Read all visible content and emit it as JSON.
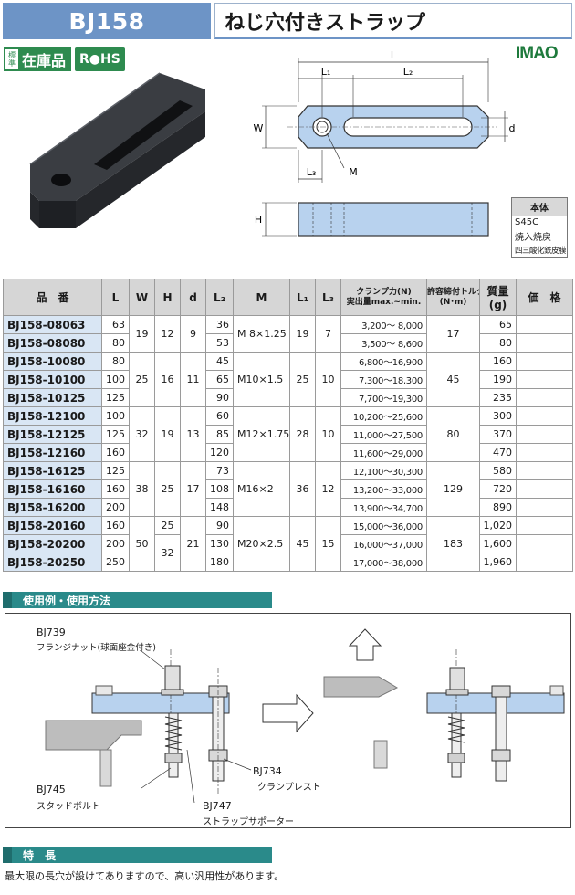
{
  "title": {
    "code": "BJ158",
    "name": "ねじ穴付きストラップ"
  },
  "badges": {
    "stock_small": "標準",
    "stock_big": "在庫品",
    "rohs": "R●HS",
    "logo": "IMAO"
  },
  "diagram_labels": {
    "L": "L",
    "L1": "L₁",
    "L2": "L₂",
    "L3": "L₃",
    "W": "W",
    "d": "d",
    "M": "M",
    "H": "H"
  },
  "material": {
    "header": "本体",
    "lines": [
      "S45C",
      "焼入焼戻",
      "四三酸化鉄皮膜"
    ]
  },
  "table": {
    "headers": {
      "code": "品　番",
      "L": "L",
      "W": "W",
      "H": "H",
      "d": "d",
      "L2": "L₂",
      "M": "M",
      "L1": "L₁",
      "L3": "L₃",
      "clamp_line1": "クランプ力(N)",
      "clamp_line2": "実出量max.~min.",
      "torque_line1": "許容締付トルク",
      "torque_line2": "(N･m)",
      "mass_line1": "質量",
      "mass_line2": "(g)",
      "price": "価　格"
    },
    "rows": [
      {
        "code": "BJ158-08063",
        "L": "63",
        "L2": "36",
        "clamp": "3,200～ 8,000",
        "mass": "65"
      },
      {
        "code": "BJ158-08080",
        "L": "80",
        "L2": "53",
        "clamp": "3,500～ 8,600",
        "mass": "80"
      },
      {
        "code": "BJ158-10080",
        "L": "80",
        "L2": "45",
        "clamp": "6,800～16,900",
        "mass": "160"
      },
      {
        "code": "BJ158-10100",
        "L": "100",
        "L2": "65",
        "clamp": "7,300～18,300",
        "mass": "190"
      },
      {
        "code": "BJ158-10125",
        "L": "125",
        "L2": "90",
        "clamp": "7,700～19,300",
        "mass": "235"
      },
      {
        "code": "BJ158-12100",
        "L": "100",
        "L2": "60",
        "clamp": "10,200～25,600",
        "mass": "300"
      },
      {
        "code": "BJ158-12125",
        "L": "125",
        "L2": "85",
        "clamp": "11,000～27,500",
        "mass": "370"
      },
      {
        "code": "BJ158-12160",
        "L": "160",
        "L2": "120",
        "clamp": "11,600～29,000",
        "mass": "470"
      },
      {
        "code": "BJ158-16125",
        "L": "125",
        "L2": "73",
        "clamp": "12,100～30,300",
        "mass": "580"
      },
      {
        "code": "BJ158-16160",
        "L": "160",
        "L2": "108",
        "clamp": "13,200～33,000",
        "mass": "720"
      },
      {
        "code": "BJ158-16200",
        "L": "200",
        "L2": "148",
        "clamp": "13,900～34,700",
        "mass": "890"
      },
      {
        "code": "BJ158-20160",
        "L": "160",
        "L2": "90",
        "clamp": "15,000～36,000",
        "mass": "1,020"
      },
      {
        "code": "BJ158-20200",
        "L": "200",
        "L2": "130",
        "clamp": "16,000～37,000",
        "mass": "1,600"
      },
      {
        "code": "BJ158-20250",
        "L": "250",
        "L2": "180",
        "clamp": "17,000～38,000",
        "mass": "1,960"
      }
    ],
    "groups": [
      {
        "W": "19",
        "H": "12",
        "d": "9",
        "M": "M 8×1.25",
        "L1": "19",
        "L3": "7",
        "torque": "17"
      },
      {
        "W": "25",
        "H": "16",
        "d": "11",
        "M": "M10×1.5",
        "L1": "25",
        "L3": "10",
        "torque": "45"
      },
      {
        "W": "32",
        "H": "19",
        "d": "13",
        "M": "M12×1.75",
        "L1": "28",
        "L3": "10",
        "torque": "80"
      },
      {
        "W": "38",
        "H": "25",
        "d": "17",
        "M": "M16×2",
        "L1": "36",
        "L3": "12",
        "torque": "129"
      },
      {
        "W": "50",
        "H_first": "25",
        "H_rest": "32",
        "d": "21",
        "M": "M20×2.5",
        "L1": "45",
        "L3": "15",
        "torque": "183"
      }
    ]
  },
  "usage": {
    "heading": "使用例・使用方法",
    "labels": {
      "bj739": "BJ739",
      "bj739_desc": "フランジナット(球面座金付き)",
      "bj745": "BJ745",
      "bj745_desc": "スタッドボルト",
      "bj747": "BJ747",
      "bj747_desc": "ストラップサポーター",
      "bj734": "BJ734",
      "bj734_desc": "クランプレスト"
    }
  },
  "features": {
    "heading": "特　長",
    "text": "最大限の長穴が設けてありますので、高い汎用性があります。"
  },
  "colors": {
    "title_blue": "#6d94c6",
    "part_blue": "#b8d2ee",
    "code_cell": "#d9e6f4",
    "section_teal": "#2a8a8a",
    "stock_green": "#2e8b4f"
  }
}
